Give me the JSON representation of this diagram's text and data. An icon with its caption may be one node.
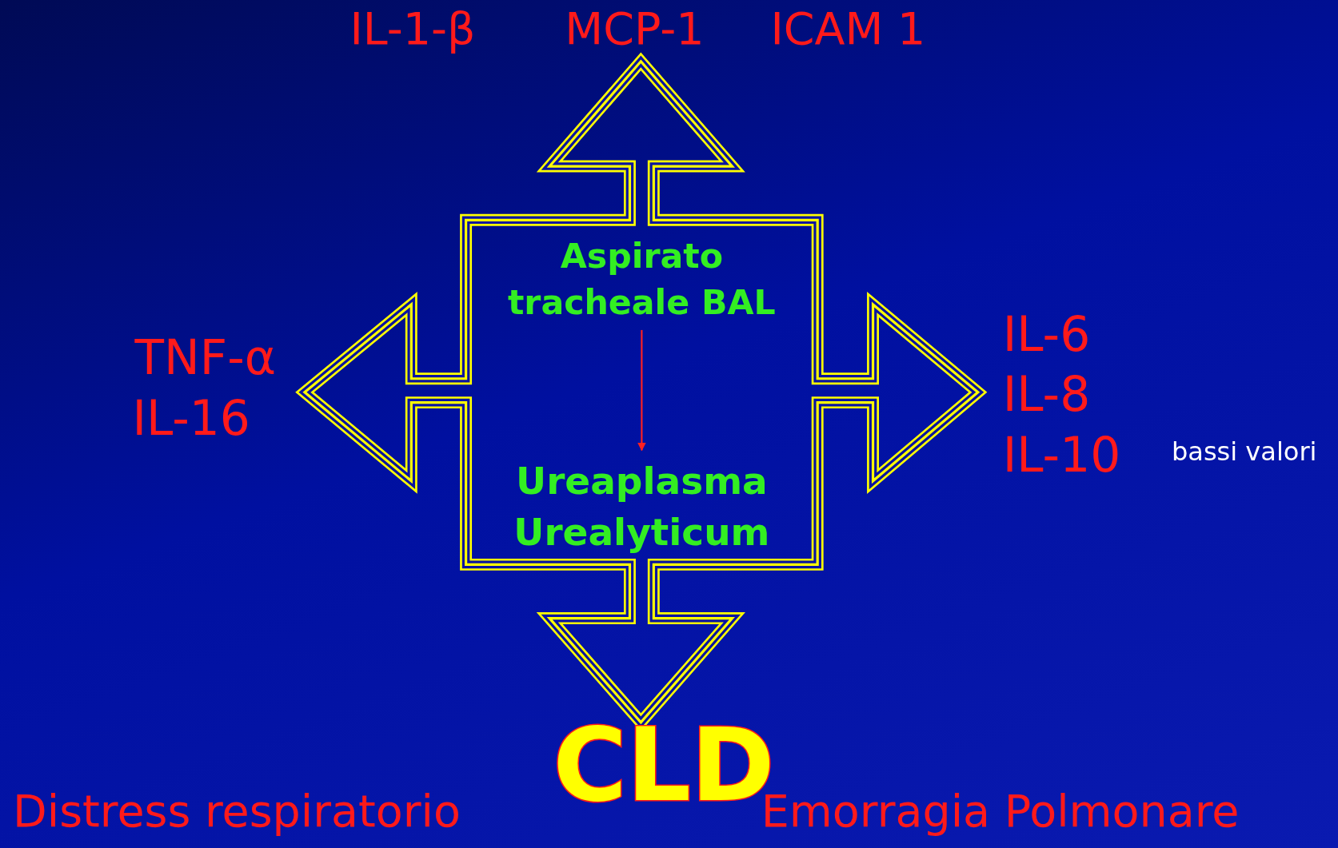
{
  "diagram": {
    "nodes": [
      {
        "text": [],
        "shape": "cross"
      },
      {
        "text": [
          "Aspirato tracheale BAL"
        ],
        "in": 0
      },
      {
        "text": [
          "Ureaplasma Urealyticum"
        ],
        "in": 0
      }
    ],
    "edges": [
      {
        "from": 1,
        "to": 2,
        "arrow": "to",
        "color": "#ff2020"
      }
    ],
    "labels": [
      "IL-1-β",
      "MCP-1",
      "ICAM 1",
      "TNF-α",
      "IL-16",
      "IL-6",
      "IL-8",
      "IL-10",
      "bassi valori",
      "CLD",
      "Distress respiratorio",
      "Emorragia Polmonare"
    ]
  }
}
